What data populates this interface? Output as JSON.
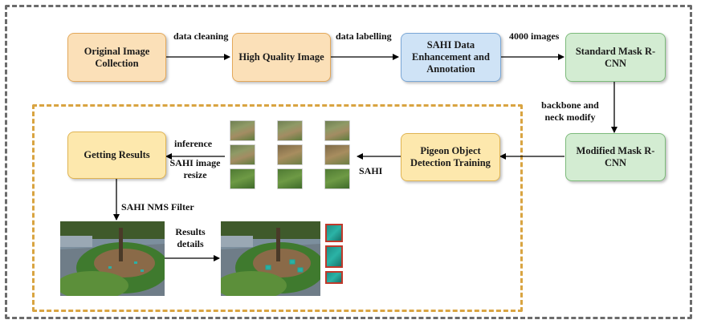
{
  "boxes": {
    "original": "Original Image Collection",
    "high_quality": "High Quality Image",
    "sahi": "SAHI Data Enhancement and Annotation",
    "standard": "Standard Mask R-CNN",
    "modified": "Modified Mask R-CNN",
    "pigeon": "Pigeon Object Detection Training",
    "results": "Getting Results"
  },
  "edges": {
    "data_cleaning": "data cleaning",
    "data_labelling": "data labelling",
    "images_4000": "4000 images",
    "backbone": "backbone and neck modify",
    "sahi": "SAHI",
    "inference": "inference",
    "sahi_resize": "SAHI image resize",
    "nms": "SAHI NMS Filter",
    "results_details": "Results details"
  },
  "colors": {
    "outer_border": "#6b6b6b",
    "inner_border": "#d9a441",
    "orange_fill": "#fbe0b8",
    "yellow_fill": "#fde8ad",
    "blue_fill": "#cfe3f6",
    "green_fill": "#d3ecd2"
  },
  "images": {
    "slice_thumbnails": 9,
    "result_patches": 3
  }
}
